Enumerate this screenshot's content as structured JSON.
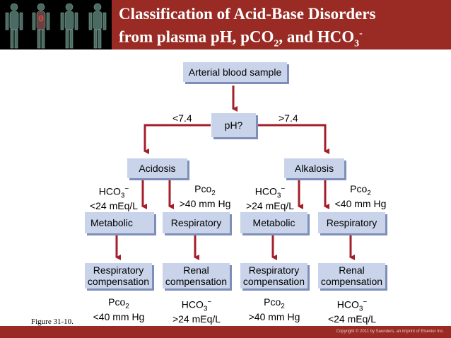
{
  "title": {
    "line1": "Classification of Acid-Base Disorders",
    "line2_prefix": "from plasma pH, pCO",
    "line2_sub": "2",
    "line2_mid": ", and HCO",
    "line2_sub2": "3",
    "line2_sup": "-"
  },
  "figure_label": "Figure 31-10.",
  "copyright": "Copyright © 2011 by Saunders, an imprint of Elsevier Inc.",
  "colors": {
    "background": "#9a2b24",
    "box": "#c9d4ea",
    "box_shadow": "#7d8fb8",
    "arrow": "#a31f2a"
  },
  "diagram": {
    "root": "Arterial blood sample",
    "ph": "pH?",
    "lt": "<7.4",
    "gt": ">7.4",
    "acidosis": "Acidosis",
    "alkalosis": "Alkalosis",
    "cond1": {
      "name": "HCO",
      "sub": "3",
      "sup": "−",
      "value": "<24 mEq/L"
    },
    "cond2": {
      "name": "Pco",
      "sub": "2",
      "value": ">40 mm Hg"
    },
    "cond3": {
      "name": "HCO",
      "sub": "3",
      "sup": "−",
      "value": ">24 mEq/L"
    },
    "cond4": {
      "name": "Pco",
      "sub": "2",
      "value": "<40 mm Hg"
    },
    "metabolic": "Metabolic",
    "respiratory": "Respiratory",
    "comp1": {
      "line1": "Respiratory",
      "line2": "compensation"
    },
    "comp2": {
      "line1": "Renal",
      "line2": "compensation"
    },
    "comp3": {
      "line1": "Respiratory",
      "line2": "compensation"
    },
    "comp4": {
      "line1": "Renal",
      "line2": "compensation"
    },
    "res1": {
      "name": "Pco",
      "sub": "2",
      "value": "<40 mm Hg"
    },
    "res2": {
      "name": "HCO",
      "sub": "3",
      "sup": "−",
      "value": ">24 mEq/L"
    },
    "res3": {
      "name": "Pco",
      "sub": "2",
      "value": ">40 mm Hg"
    },
    "res4": {
      "name": "HCO",
      "sub": "3",
      "sup": "−",
      "value": "<24 mEq/L"
    }
  }
}
